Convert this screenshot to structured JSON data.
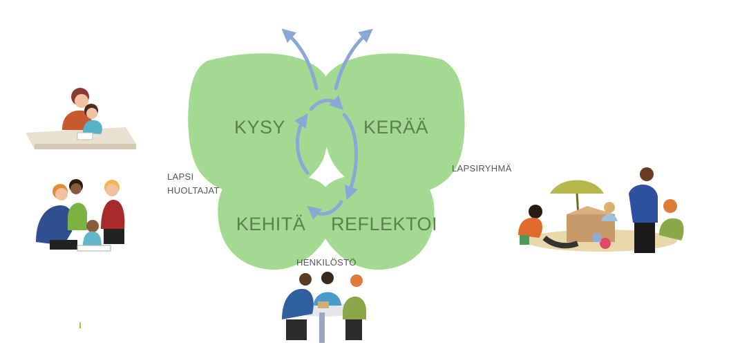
{
  "wings": {
    "top_left": "KYSY",
    "top_right": "KERÄÄ",
    "bottom_left": "KEHITÄ",
    "bottom_right": "REFLEKTOI"
  },
  "labels": {
    "left_line1": "LAPSI",
    "left_line2": "HUOLTAJAT",
    "right": "LAPSIRYHMÄ",
    "bottom": "HENKILÖSTÖ"
  },
  "colors": {
    "wing_fill": "#8fd27a",
    "wing_overlap": "#6dbb58",
    "arrow": "#8aa7d6",
    "label_text": "#5d7f4f"
  },
  "illustrations": [
    "parent-and-child-at-table",
    "family-reading-on-floor",
    "children-playing-in-sandbox-with-adult",
    "staff-meeting-at-table"
  ]
}
